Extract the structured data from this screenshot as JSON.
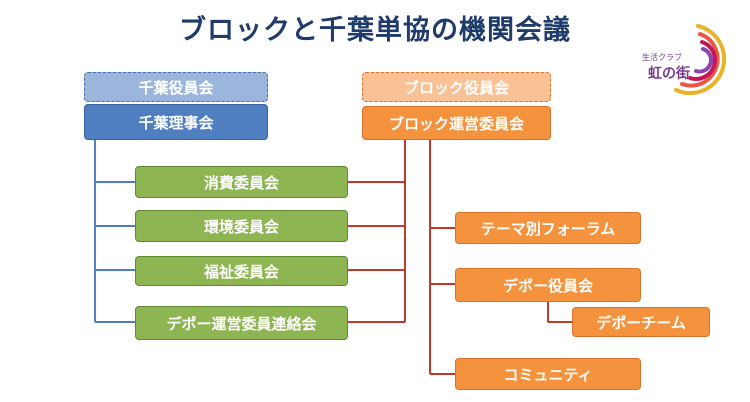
{
  "title": "ブロックと千葉単協の機関会議",
  "logo": {
    "subtitle": "生活クラブ",
    "name": "虹の街"
  },
  "left": {
    "board": "千葉役員会",
    "directors": "千葉理事会",
    "committees": [
      "消費委員会",
      "環境委員会",
      "福祉委員会",
      "デポー運営委員連絡会"
    ]
  },
  "right": {
    "board": "ブロック役員会",
    "operations": "ブロック運営委員会",
    "forum": "テーマ別フォーラム",
    "depot_board": "デポー役員会",
    "depot_team": "デポーチーム",
    "community": "コミュニティ"
  },
  "colors": {
    "blue": "#4f7fc0",
    "orange": "#f4923d",
    "green": "#8db552",
    "red_line": "#c0392b"
  }
}
